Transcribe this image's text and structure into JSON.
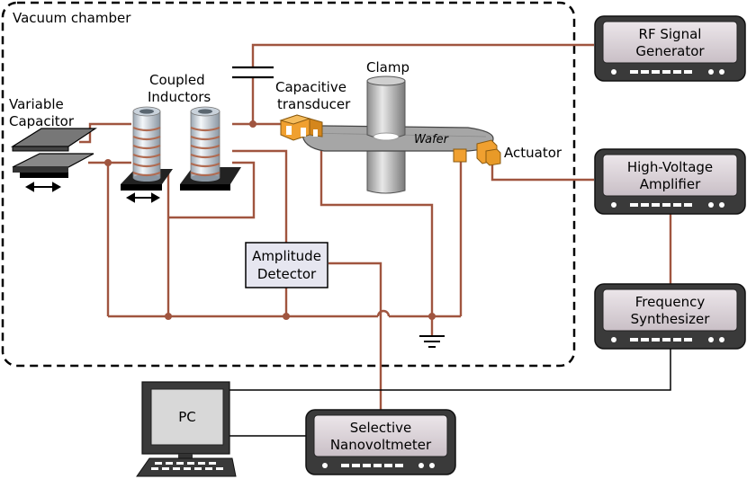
{
  "chamber_label": "Vacuum chamber",
  "labels": {
    "variable_capacitor": [
      "Variable",
      "Capacitor"
    ],
    "coupled_inductors": [
      "Coupled",
      "Inductors"
    ],
    "capacitive_transducer": [
      "Capacitive",
      "transducer"
    ],
    "clamp": "Clamp",
    "wafer": "Wafer",
    "actuator": "Actuator",
    "amplitude_detector": [
      "Amplitude",
      "Detector"
    ],
    "pc": "PC"
  },
  "instruments": {
    "rf_signal_generator": [
      "RF Signal",
      "Generator"
    ],
    "high_voltage_amplifier": [
      "High-Voltage",
      "Amplifier"
    ],
    "frequency_synthesizer": [
      "Frequency",
      "Synthesizer"
    ],
    "selective_nanovoltmeter": [
      "Selective",
      "Nanovoltmeter"
    ]
  },
  "colors": {
    "wire": "#a0553f",
    "black_wire": "#000000",
    "orange": "#f0a030",
    "inductor_coil": "#b06a50",
    "instrument_bezel": "#3a3a3a",
    "instrument_screen": "#d8cfd5",
    "detector_fill": "#e6e6f0"
  }
}
